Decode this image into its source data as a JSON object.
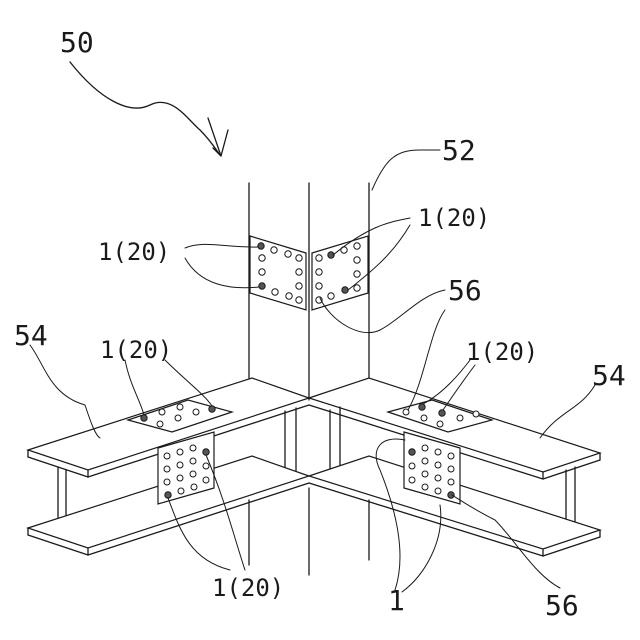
{
  "figure": {
    "background": "#ffffff",
    "line_color": "#1a1a1a",
    "labels": {
      "assembly": "50",
      "column": "52",
      "beam_left": "54",
      "beam_right": "54",
      "plate_top_right": "56",
      "plate_bottom_right": "56",
      "connector_column_left": "1(20)",
      "connector_column_right": "1(20)",
      "connector_beam_left_top": "1(20)",
      "connector_beam_right_top": "1(20)",
      "connector_beam_left_bottom": "1(20)",
      "connector_beam_right_bottom": "1"
    }
  }
}
